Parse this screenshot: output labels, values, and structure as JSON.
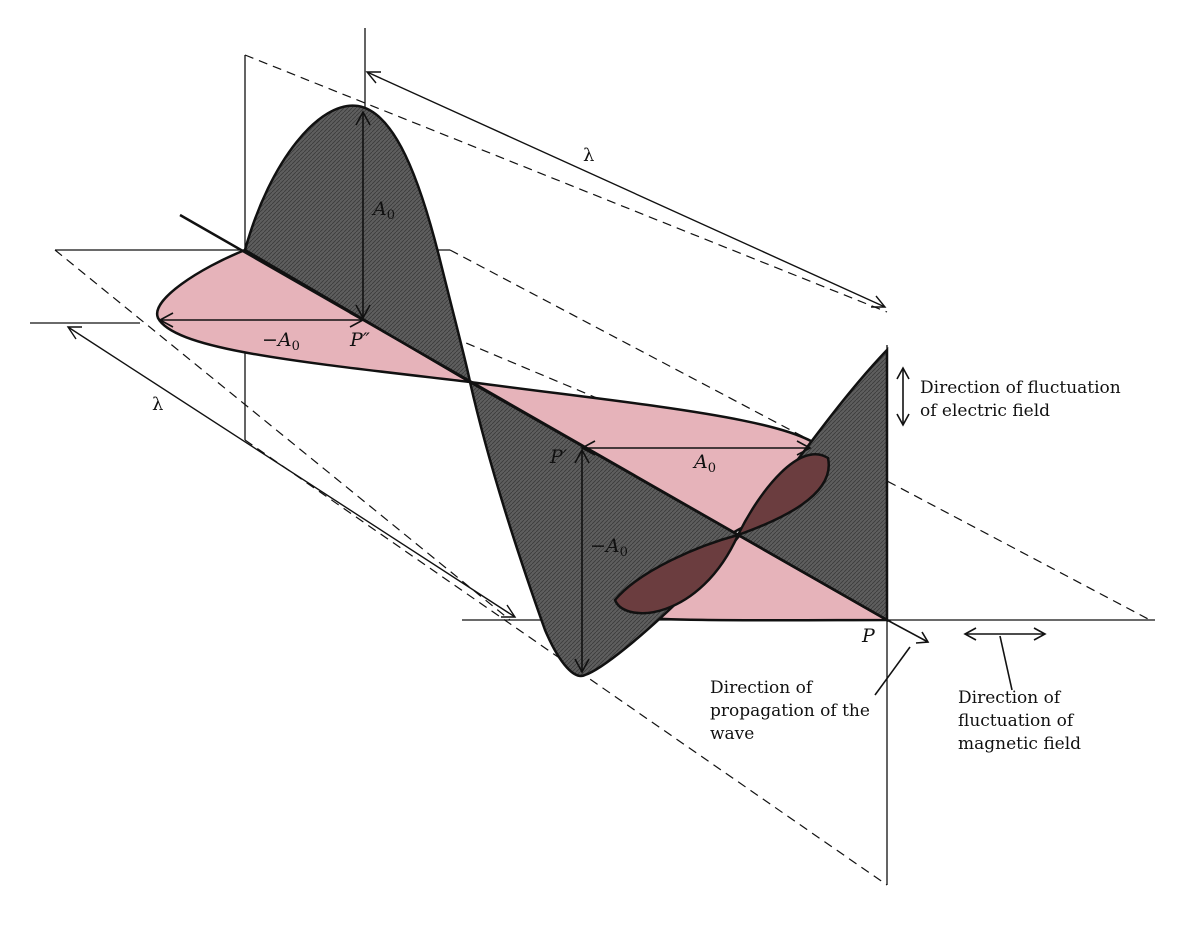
{
  "colors": {
    "electric_wave": "#5a5a5a",
    "magnetic_wave": "#e6b3ba",
    "overlap": "#6b3d3f",
    "ink": "#111111"
  },
  "labels": {
    "lambda_top": "λ",
    "lambda_left": "λ",
    "A0_upper": "A",
    "A0_upper_sub": "0",
    "negA0_left": "−A",
    "negA0_left_sub": "0",
    "P_double_prime": "P″",
    "P_prime": "P′",
    "A0_right": "A",
    "A0_right_sub": "0",
    "negA0_lower": "−A",
    "negA0_lower_sub": "0",
    "P": "P"
  },
  "annotations": {
    "electric_line1": "Direction of fluctuation",
    "electric_line2": "of electric field",
    "propagation_line1": "Direction of",
    "propagation_line2": "propagation of the",
    "propagation_line3": "wave",
    "magnetic_line1": "Direction of",
    "magnetic_line2": "fluctuation of",
    "magnetic_line3": "magnetic field"
  }
}
